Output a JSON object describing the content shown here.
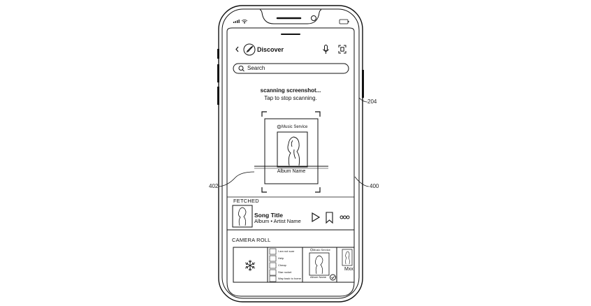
{
  "references": {
    "phone": "204",
    "screen": "400",
    "scan_frame": "402"
  },
  "header": {
    "title": "Discover"
  },
  "search": {
    "placeholder": "Search"
  },
  "scanning": {
    "status": "scanning screenshot...",
    "hint": "Tap to stop scanning.",
    "card_service": "Music Service",
    "card_album": "Album Name"
  },
  "fetched": {
    "section_label": "FETCHED",
    "song_title": "Song Title",
    "song_subtitle": "Album • Artist Name"
  },
  "camera_roll": {
    "section_label": "CAMERA ROLL",
    "list_items": [
      "I am not sure",
      "Help",
      "Cheap",
      "Star rocket",
      "Way back to home"
    ],
    "thumb_service": "Music Service",
    "thumb_album": "Album Name",
    "partial_label": "Mxx"
  }
}
